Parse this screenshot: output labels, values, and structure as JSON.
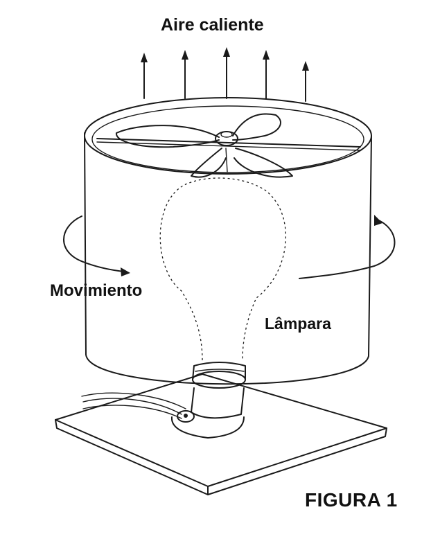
{
  "labels": {
    "hot_air": "Aire caliente",
    "movement": "Movimiento",
    "lamp": "Lâmpara",
    "figure": "FIGURA 1"
  },
  "colors": {
    "ink": "#1a1a1a",
    "background": "#ffffff"
  }
}
